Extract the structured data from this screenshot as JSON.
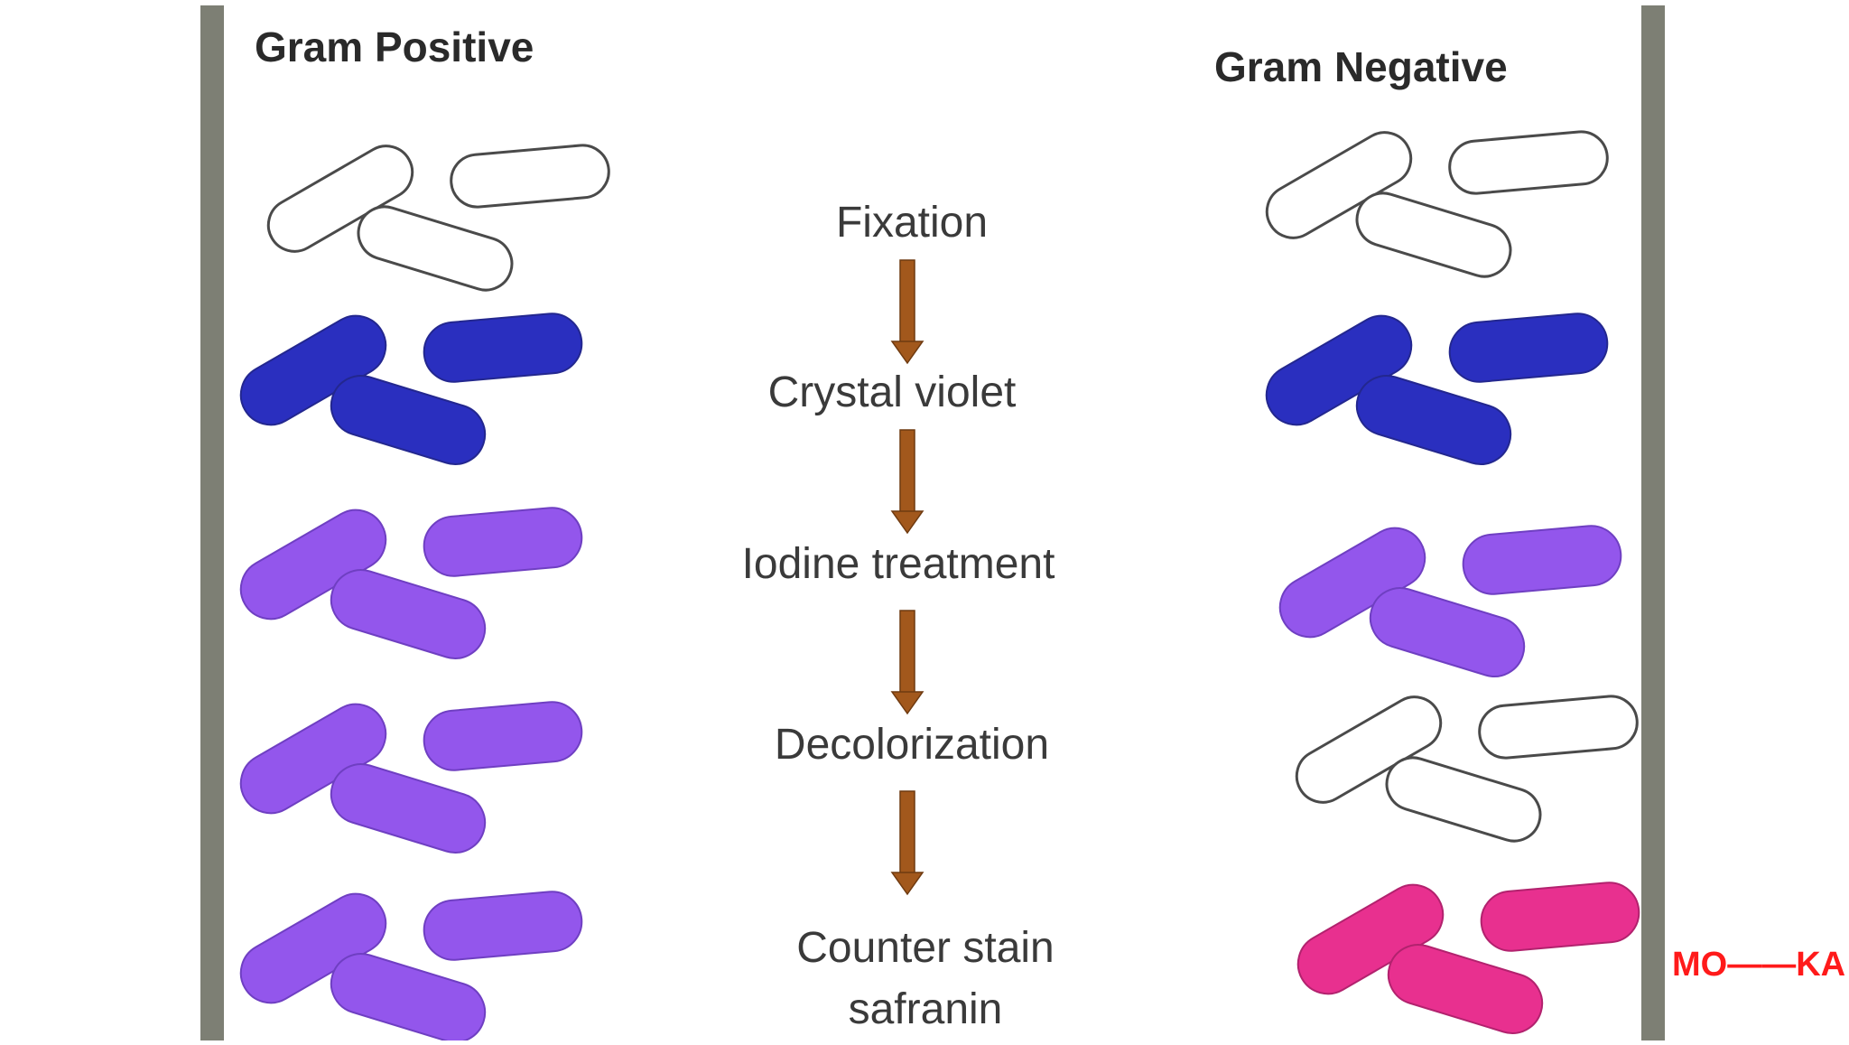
{
  "diagram": {
    "left_title": "Gram Positive",
    "right_title": "Gram Negative",
    "steps": [
      {
        "label": "Fixation"
      },
      {
        "label": "Crystal violet"
      },
      {
        "label": "Iodine treatment"
      },
      {
        "label": "Decolorization"
      },
      {
        "label": "Counter stain",
        "label2": "safranin"
      }
    ],
    "colors": {
      "background": "#ffffff",
      "frame_bar": "#7d7f74",
      "unstained_fill": "#ffffff",
      "unstained_stroke": "#4a4a4a",
      "crystal_violet": "#2a2fbf",
      "iodine_purple": "#9356ec",
      "safranin_pink": "#e8308f",
      "arrow": "#a2581c"
    },
    "left_column_stains": [
      "unstained",
      "crystal_violet",
      "iodine_purple",
      "iodine_purple",
      "iodine_purple"
    ],
    "right_column_stains": [
      "unstained",
      "crystal_violet",
      "iodine_purple",
      "unstained",
      "safranin_pink"
    ]
  },
  "watermark": {
    "text": "MO——KA",
    "color": "#ff1a1a"
  }
}
